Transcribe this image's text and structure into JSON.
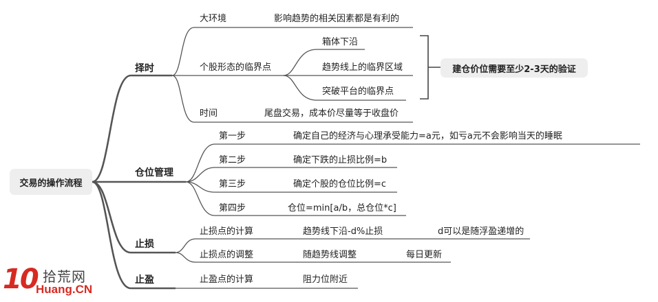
{
  "root": "交易的操作流程",
  "branches": {
    "zeshi": {
      "label": "择时",
      "items": {
        "dahuanjing": {
          "label": "大环境",
          "detail": "影响趋势的相关因素都是有利的"
        },
        "linjie": {
          "label": "个股形态的临界点",
          "children": [
            "箱体下沿",
            "趋势线上的临界区域",
            "突破平台的临界点"
          ],
          "summary": "建仓价位需要至少2-3天的验证"
        },
        "shijian": {
          "label": "时间",
          "detail": "尾盘交易，成本价尽量等于收盘价"
        }
      }
    },
    "cangwei": {
      "label": "仓位管理",
      "steps": [
        {
          "label": "第一步",
          "detail": "确定自己的经济与心理承受能力=a元，如亏a元不会影响当天的睡眠"
        },
        {
          "label": "第二步",
          "detail": "确定下跌的止损比例=b"
        },
        {
          "label": "第三步",
          "detail": "确定个股的仓位比例=c"
        },
        {
          "label": "第四步",
          "detail": "仓位=min[a/b，总仓位*c]"
        }
      ]
    },
    "zhisun": {
      "label": "止损",
      "items": [
        {
          "label": "止损点的计算",
          "detail": "趋势线下沿-d%止损",
          "note": "d可以是随浮盈递增的"
        },
        {
          "label": "止损点的调整",
          "detail": "随趋势线调整",
          "note": "每日更新"
        }
      ]
    },
    "zhiying": {
      "label": "止盈",
      "items": [
        {
          "label": "止盈点的计算",
          "detail": "阻力位附近"
        }
      ]
    }
  },
  "watermark": {
    "cn": "拾荒网",
    "en": "Huang.CN",
    "num": "10"
  },
  "colors": {
    "line": "#555555",
    "bracket": "#444444",
    "box": "#eeeeee",
    "logo_red": "#d62a22"
  }
}
